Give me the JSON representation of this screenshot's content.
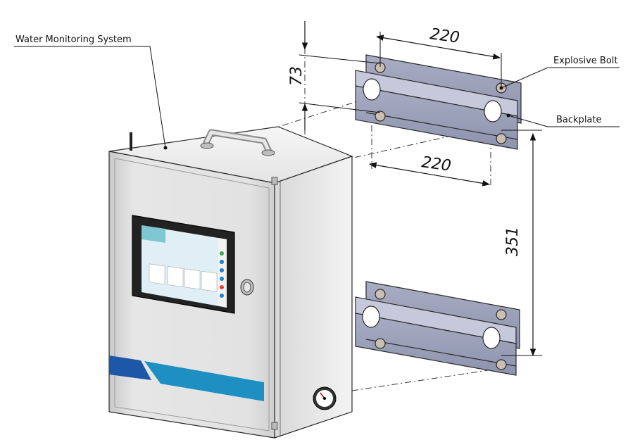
{
  "labels": {
    "water_monitoring_system": "Water Monitoring System",
    "explosive_bolt": "Explosive Bolt",
    "backplate": "Backplate"
  },
  "dimensions": {
    "top_width": "220",
    "lower_width": "220",
    "bolt_offset": "73",
    "bracket_spacing": "351"
  },
  "colors": {
    "cabinet_body": "#dcdcdc",
    "bracket": "#9aa0b8",
    "stripe_dark": "#1d57a8",
    "stripe_light": "#1d8fc2",
    "screen_bezel": "#222222",
    "screen_panel": "#cfe6ef"
  }
}
